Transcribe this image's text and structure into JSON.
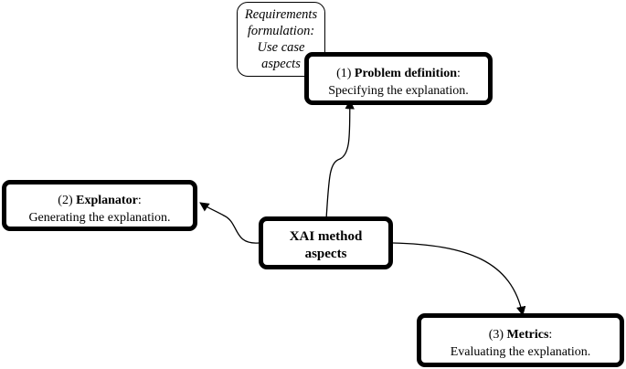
{
  "requirements": {
    "lines": [
      "Requirements",
      "formulation:",
      "Use case",
      "aspects"
    ]
  },
  "problem_definition": {
    "number": "(1)",
    "title": "Problem definition",
    "colon": ":",
    "description": "Specifying the explanation."
  },
  "explanator": {
    "number": "(2)",
    "title": "Explanator",
    "colon": ":",
    "description": "Generating the explanation."
  },
  "metrics": {
    "number": "(3)",
    "title": "Metrics",
    "colon": ":",
    "description": "Evaluating the explanation."
  },
  "center": {
    "line1": "XAI method",
    "line2": "aspects"
  }
}
